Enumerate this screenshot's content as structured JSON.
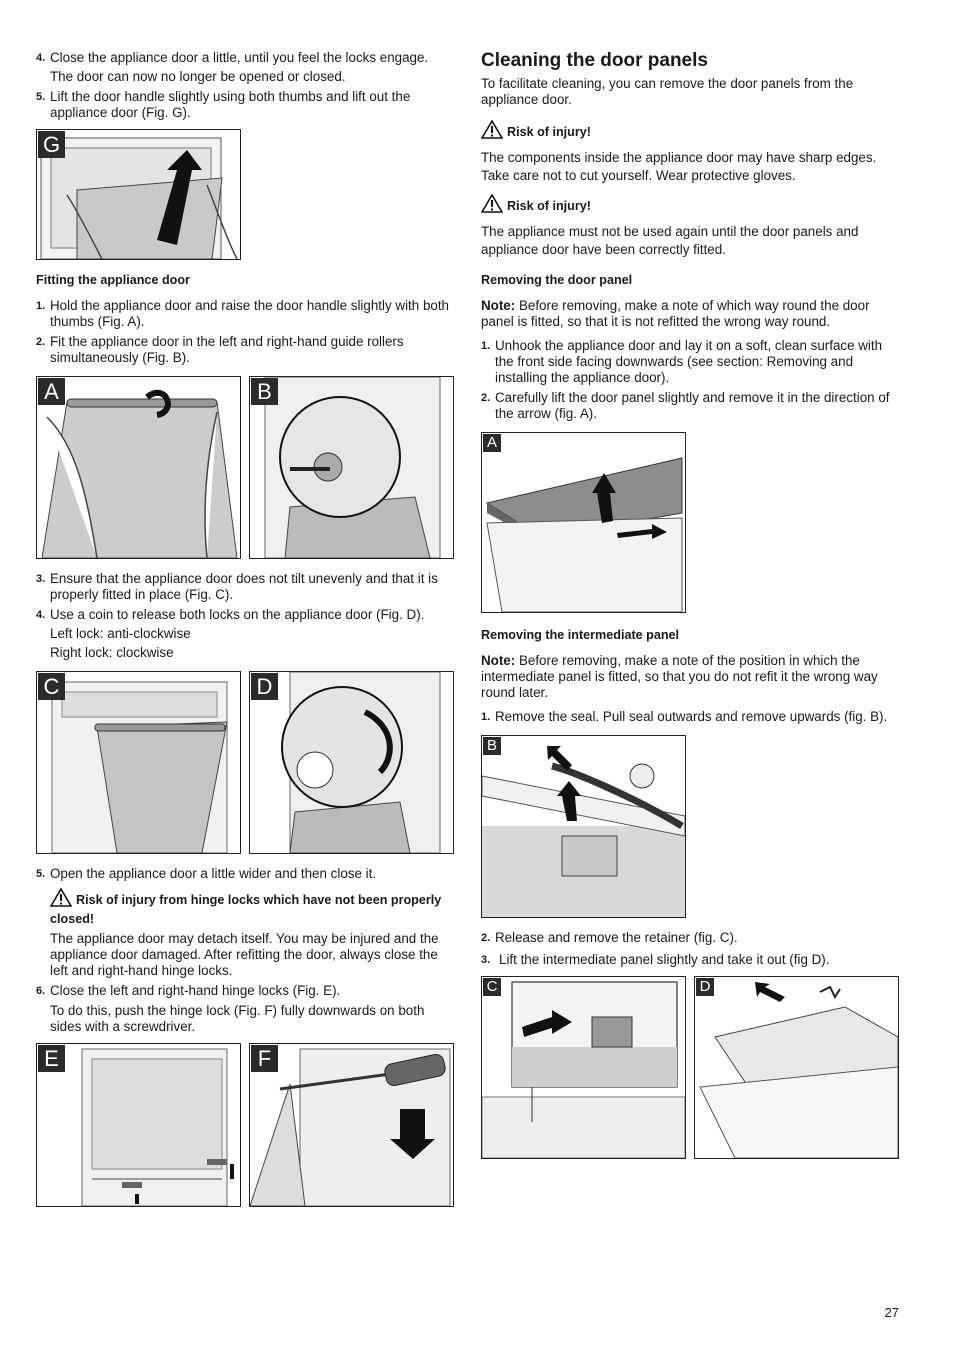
{
  "page_number": "27",
  "left_column": {
    "step4": {
      "num": "4.",
      "text": "Close the appliance door a little, until you feel the locks engage.",
      "sub": "The door can now no longer be opened or closed."
    },
    "step5": {
      "num": "5.",
      "text": "Lift the door handle slightly using both thumbs and lift out the appliance door (Fig. G)."
    },
    "fig_g": "G",
    "fitting_heading": "Fitting the appliance door",
    "fit1": {
      "num": "1.",
      "text": "Hold the appliance door and raise the door handle slightly with both thumbs (Fig. A)."
    },
    "fit2": {
      "num": "2.",
      "text": "Fit the appliance door in the left and right-hand guide rollers simultaneously (Fig. B)."
    },
    "fig_a": "A",
    "fig_b": "B",
    "fit3": {
      "num": "3.",
      "text": "Ensure that the appliance door does not tilt unevenly and that it is properly fitted in place (Fig. C)."
    },
    "fit4": {
      "num": "4.",
      "text": "Use a coin to release both locks on the appliance door (Fig. D).",
      "sub1": "Left lock: anti-clockwise",
      "sub2": "Right lock: clockwise"
    },
    "fig_c": "C",
    "fig_d": "D",
    "fit5": {
      "num": "5.",
      "text": "Open the appliance door a little wider and then close it."
    },
    "hinge_warning_title": "Risk of injury from hinge locks which have not been properly closed!",
    "hinge_warning_text": "The appliance door may detach itself. You may be injured and the appliance door damaged. After refitting the door, always close the left and right-hand hinge locks.",
    "fit6": {
      "num": "6.",
      "text": "Close the left and right-hand hinge locks (Fig. E).",
      "sub": "To do this, push the hinge lock (Fig. F) fully downwards on both sides with a screwdriver."
    },
    "fig_e": "E",
    "fig_f": "F"
  },
  "right_column": {
    "heading": "Cleaning the door panels",
    "intro": "To facilitate cleaning, you can remove the door panels from the appliance door.",
    "warning1_title": "Risk of injury!",
    "warning1_text": "The components inside the appliance door may have sharp edges. Take care not to cut yourself. Wear protective gloves.",
    "warning2_title": "Risk of injury!",
    "warning2_text": "The appliance must not be used again until the door panels and appliance door have been correctly fitted.",
    "removing_door_panel_heading": "Removing the door panel",
    "note1_label": "Note:",
    "note1_text": "Before removing, make a note of which way round the door panel is fitted, so that it is not refitted the wrong way round.",
    "rem1": {
      "num": "1.",
      "text": "Unhook the appliance door and lay it on a soft, clean surface with the front side facing downwards (see section: Removing and installing the appliance door)."
    },
    "rem2": {
      "num": "2.",
      "text": "Carefully lift the door panel slightly and remove it in the direction of the arrow (fig. A)."
    },
    "fig_a": "A",
    "removing_intermediate_heading": "Removing the intermediate panel",
    "note2_label": "Note:",
    "note2_text": "Before removing, make a note of the position in which the intermediate panel is fitted, so that you do not refit it the wrong way round later.",
    "int1": {
      "num": "1.",
      "text": "Remove the seal. Pull seal outwards and remove upwards (fig. B)."
    },
    "fig_b": "B",
    "int2": {
      "num": "2.",
      "text": "Release and remove the retainer (fig. C)."
    },
    "int3": {
      "num": "3.",
      "text": "Lift the intermediate panel slightly and take it out (fig D)."
    },
    "fig_c": "C",
    "fig_d": "D"
  }
}
